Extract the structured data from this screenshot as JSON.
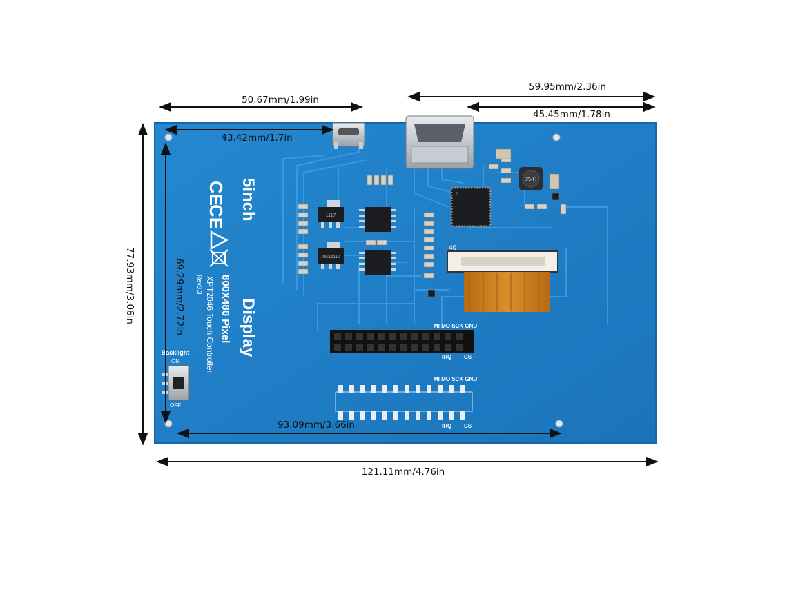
{
  "dimensions": {
    "overall_width": "121.11mm/4.76in",
    "overall_height": "77.93mm/3.06in",
    "inner_height": "69.29mm/2.72in",
    "hole_span_width": "93.09mm/3.66in",
    "left_top": "50.67mm/1.99in",
    "left_inner": "43.42mm/1.7in",
    "right_top": "59.95mm/2.36in",
    "right_inner": "45.45mm/1.78in"
  },
  "board": {
    "size_label": "5inch",
    "title": "Display",
    "resolution": "800X480 Pixel",
    "controller": "XPT2046 Touch Controller",
    "revision": "Rev3.3",
    "backlight_label": "Backlight",
    "switch_on": "ON",
    "switch_off": "OFF",
    "ce_mark": "CE",
    "inductor_marking": "220",
    "connector_pin_label": "40",
    "header_top_labels": "MI MO SCK GND",
    "header_irq": "IRQ",
    "header_cs": "CS",
    "regulator_1": "1117",
    "regulator_2": "AMS1117"
  },
  "colors": {
    "pcb": "#1f80c9",
    "pcb_edge": "#1569ad",
    "trace": "#3a9ae0",
    "flex_cable": "#c77a1c"
  }
}
